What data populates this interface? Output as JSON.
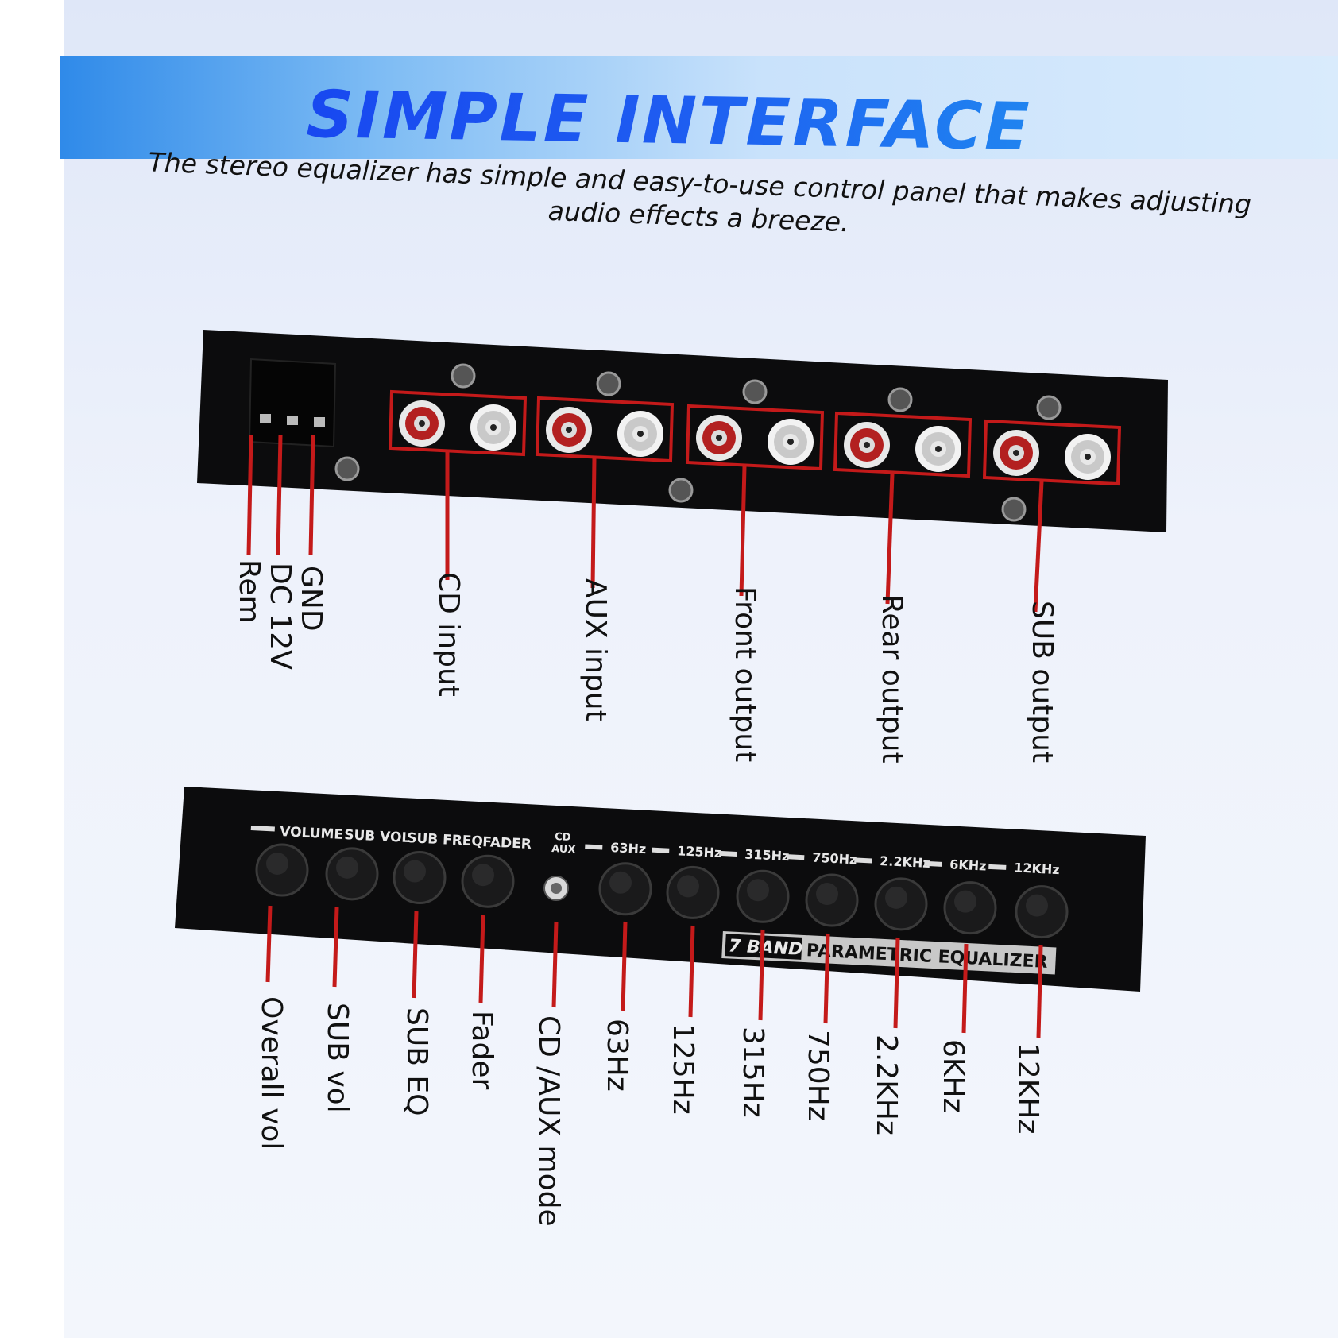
{
  "header": {
    "title": "SIMPLE INTERFACE",
    "subtitle": "The stereo equalizer has simple and easy-to-use control panel that makes adjusting audio effects a breeze."
  },
  "back_panel": {
    "power_labels": [
      "GND",
      "DC 12V",
      "Rem"
    ],
    "port_labels": [
      "CD input",
      "AUX input",
      "Front output",
      "Rear output",
      "SUB output"
    ]
  },
  "front_panel": {
    "printed_labels": {
      "volume": "VOLUME",
      "sub_vol": "SUB VOL",
      "sub_freq": "SUB FREQ",
      "fader": "FADER",
      "cd": "CD",
      "aux": "AUX",
      "bands": [
        "63Hz",
        "125Hz",
        "315Hz",
        "750Hz",
        "2.2KHz",
        "6KHz",
        "12KHz"
      ],
      "badge_left": "7 BAND",
      "badge_right": "PARAMETRIC EQUALIZER"
    },
    "control_labels": [
      "Overall vol",
      "SUB vol",
      "SUB EQ",
      "Fader",
      "CD /AUX mode",
      "63Hz",
      "125Hz",
      "315Hz",
      "750Hz",
      "2.2KHz",
      "6KHz",
      "12KHz"
    ]
  },
  "colors": {
    "accent_red": "#c41a1a",
    "panel_black": "#0c0c0d",
    "title_blue": "#1337ee",
    "title_cyan": "#21a6f0"
  }
}
